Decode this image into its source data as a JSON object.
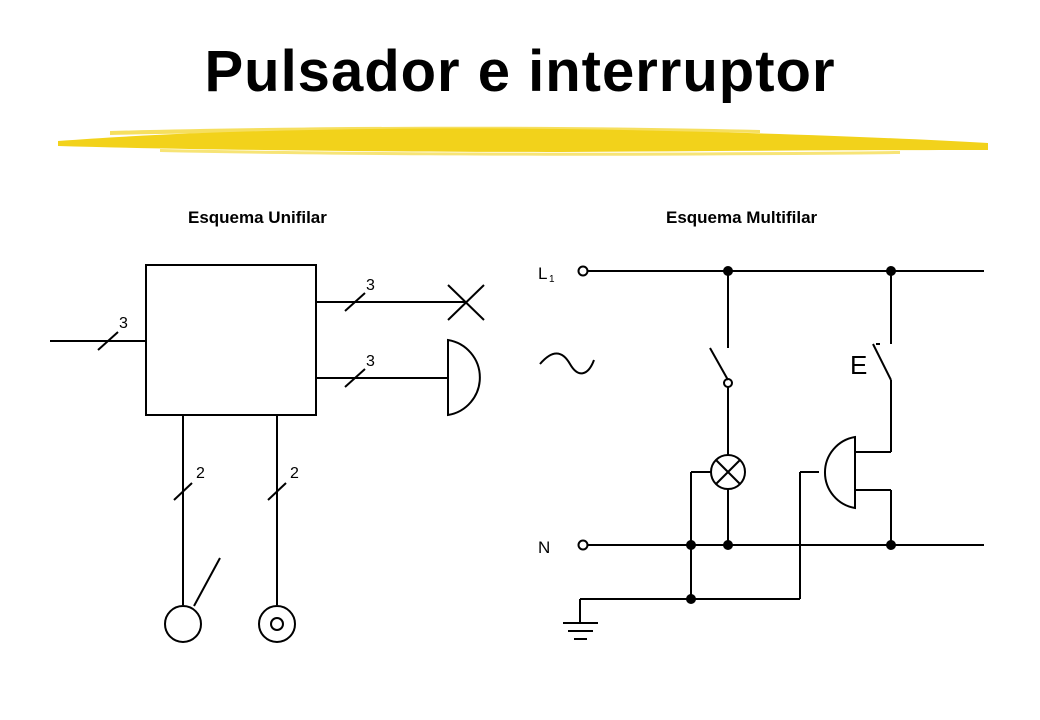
{
  "slide": {
    "title": "Pulsador e interruptor",
    "accent_color": "#f2d21b"
  },
  "unifilar": {
    "heading": "Esquema Unifilar",
    "labels": {
      "input_conductors": "3",
      "lamp_conductors": "3",
      "bell_conductors": "3",
      "switch_conductors": "2",
      "pushbutton_conductors": "2"
    }
  },
  "multifilar": {
    "heading": "Esquema Multifilar",
    "labels": {
      "phase": "L",
      "phase_sub": "1",
      "neutral": "N",
      "pushbutton": "E"
    }
  },
  "icons": [
    "highlighter-stroke",
    "junction-box",
    "lamp-cross-symbol",
    "bell-symbol",
    "switch-symbol",
    "pushbutton-symbol",
    "ac-symbol",
    "ground-symbol",
    "lamp-circle-symbol"
  ]
}
